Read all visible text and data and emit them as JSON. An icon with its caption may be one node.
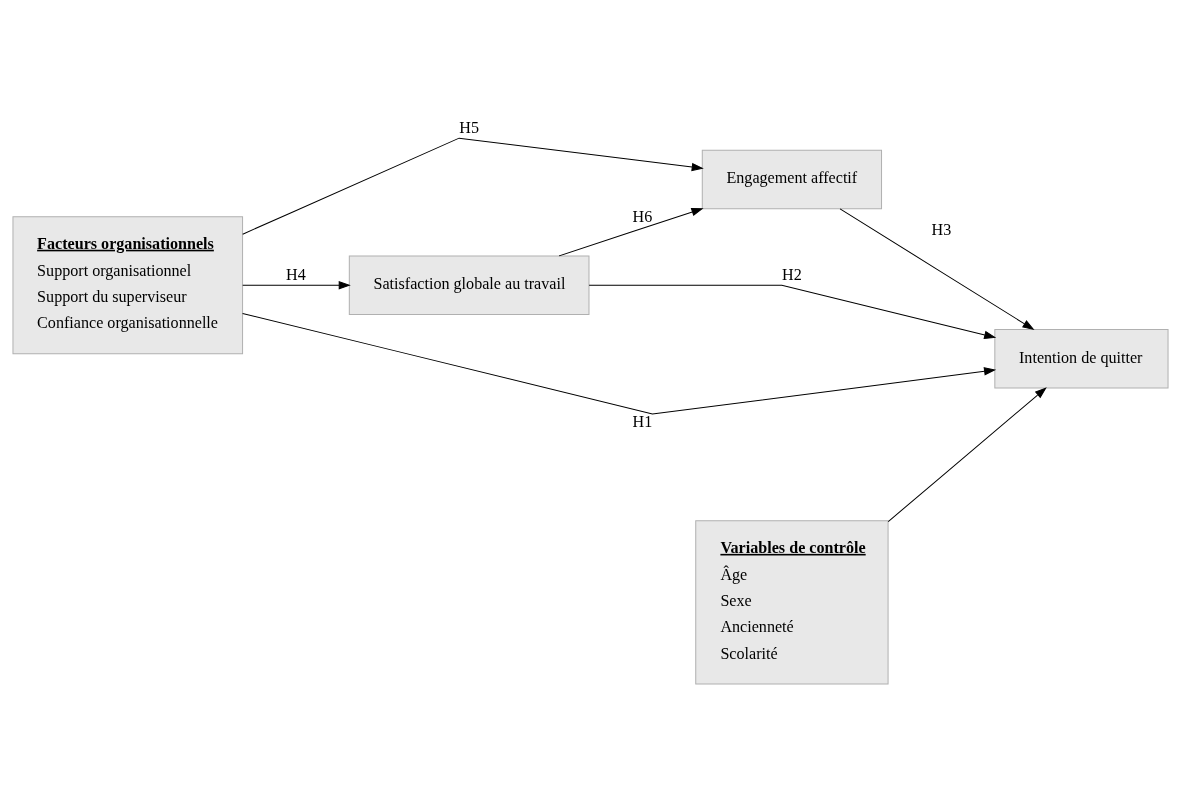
{
  "diagram": {
    "nodes": [
      {
        "text": [
          "Facteurs organisationnels",
          "Support organisationnel",
          "Support du superviseur",
          "Confiance organisationnelle"
        ]
      },
      {
        "text": [
          "Satisfaction globale au travail"
        ]
      },
      {
        "text": [
          "Engagement affectif"
        ]
      },
      {
        "text": [
          "Intention de quitter"
        ]
      },
      {
        "text": [
          "Variables de contrôle",
          "Âge",
          "Sexe",
          "Ancienneté",
          "Scolarité"
        ]
      }
    ],
    "edges": [
      {
        "from": 0,
        "to": 1,
        "arrow": "to",
        "label": "H4"
      },
      {
        "from": 0,
        "to": 3,
        "arrow": "to",
        "label": "H1"
      },
      {
        "from": 0,
        "to": 2,
        "arrow": "to",
        "label": "H5"
      },
      {
        "from": 1,
        "to": 3,
        "arrow": "to",
        "label": "H2"
      },
      {
        "from": 1,
        "to": 2,
        "arrow": "to",
        "label": "H6"
      },
      {
        "from": 2,
        "to": 3,
        "arrow": "to",
        "label": "H3"
      },
      {
        "from": 4,
        "to": 3,
        "arrow": "to"
      }
    ]
  }
}
